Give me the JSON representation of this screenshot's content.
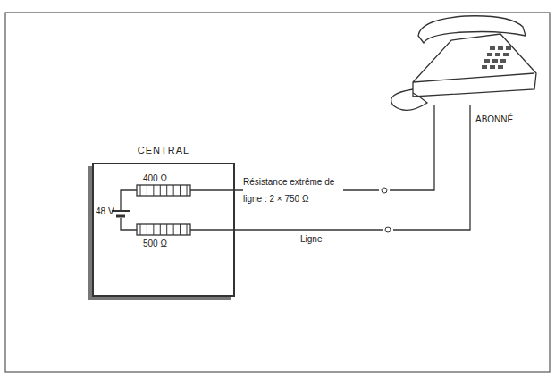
{
  "diagram": {
    "nodes": [
      {
        "text": [
          "CENTRAL"
        ]
      }
    ],
    "edges": [],
    "labels": [
      "400 Ω",
      "500 Ω",
      "48 V",
      "Résistance extrême de ligne : 2 × 750 Ω",
      "Ligne",
      "ABONNÉ"
    ]
  }
}
